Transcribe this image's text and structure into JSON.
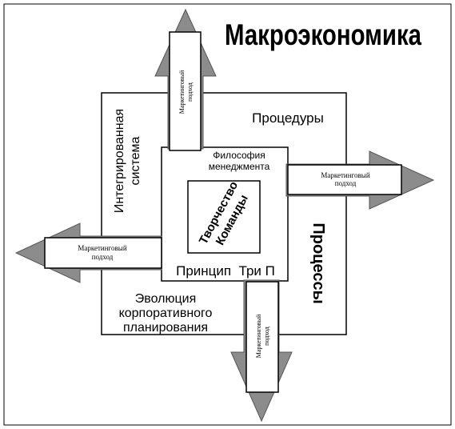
{
  "title": "Макроэкономика",
  "outer_square": {
    "top_label": "Процедуры",
    "left_label_lines": [
      "Интегрированная",
      "система"
    ],
    "right_label": "Процессы",
    "bottom_label_lines": [
      "Эволюция",
      "корпоративного",
      "планирования"
    ]
  },
  "inner_square": {
    "top_label_lines": [
      "Философия",
      "менеджмента"
    ],
    "bottom_label": "Принцип  Три П"
  },
  "center_square": {
    "label_lines": [
      "Творчество",
      "Команды"
    ]
  },
  "arrows": {
    "up": {
      "label_lines": [
        "Маркетинговый",
        "подход"
      ]
    },
    "right": {
      "label_lines": [
        "Маркетинговый",
        "подход"
      ]
    },
    "left": {
      "label_lines": [
        "Маркетинговый",
        "подход"
      ]
    },
    "down": {
      "label_lines": [
        "Маркетинговый",
        "подход"
      ]
    }
  },
  "colors": {
    "arrow_fill": "#8c8c8c",
    "line": "#000000",
    "background": "#ffffff"
  }
}
